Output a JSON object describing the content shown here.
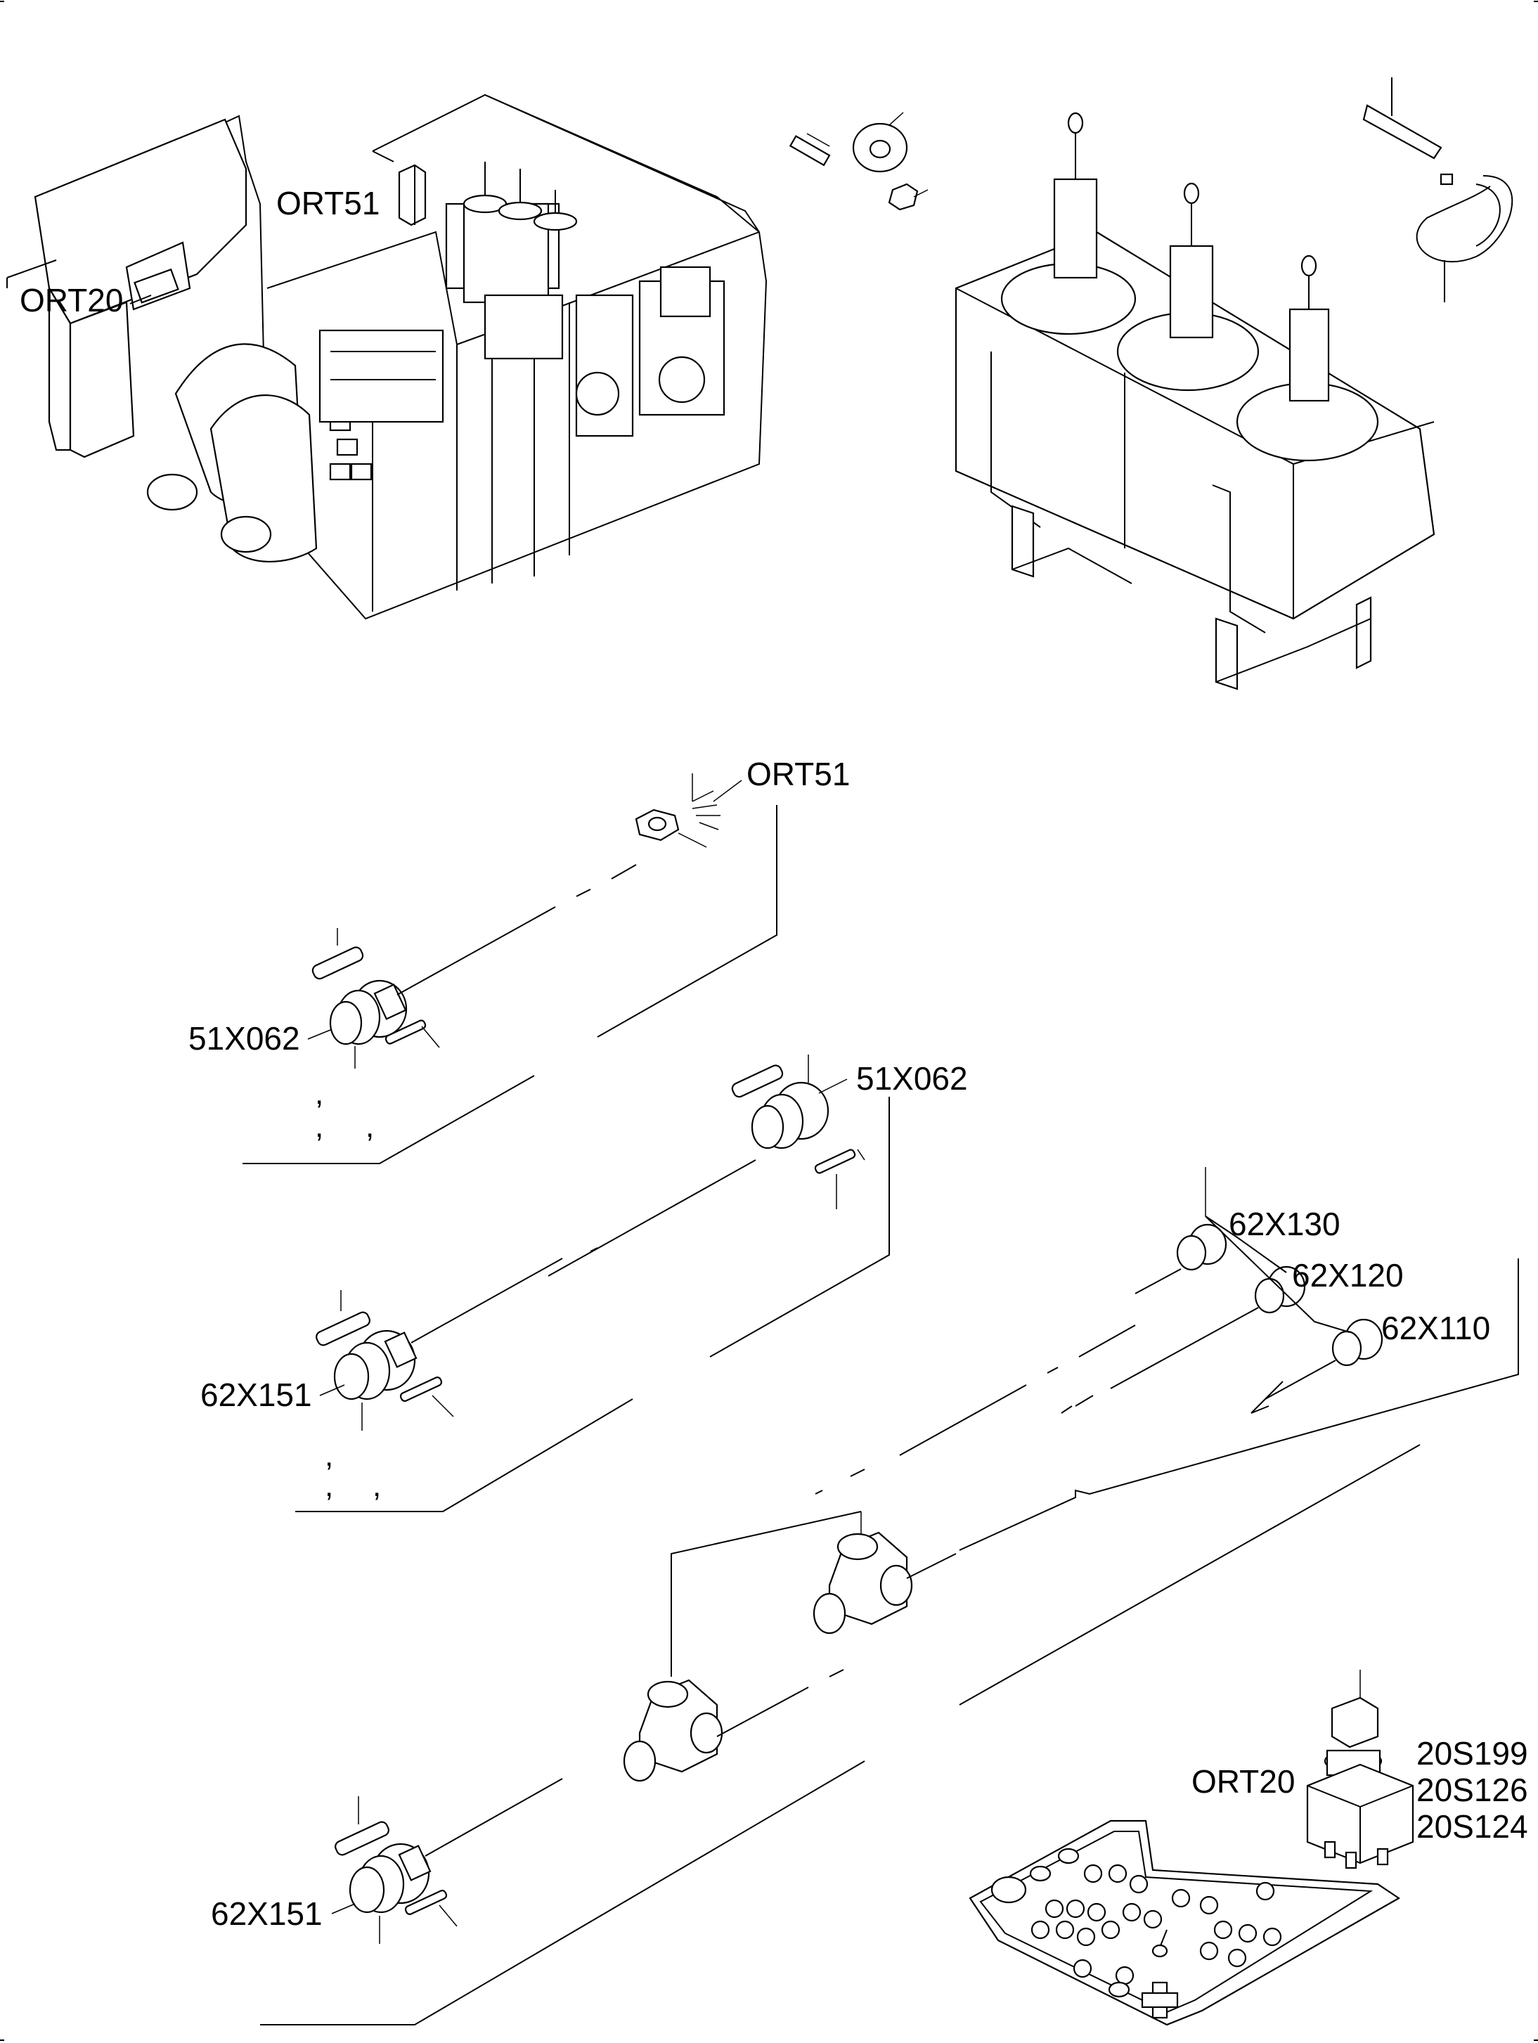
{
  "labels": {
    "ort51_top": "ORT51",
    "ort20_top": "ORT20",
    "ort51_mid": "ORT51",
    "x51_a": "51X062",
    "x51_b": "51X062",
    "x62_151_a": "62X151",
    "x62_151_b": "62X151",
    "x62_130": "62X130",
    "x62_120": "62X120",
    "x62_110": "62X110",
    "ort20_bottom": "ORT20",
    "s199": "20S199",
    "s126": "20S126",
    "s124": "20S124"
  },
  "marks": {
    "comma_1": ",",
    "comma_2": ",",
    "comma_3": ",",
    "comma_4": ",",
    "comma_5": ",",
    "comma_6": ","
  }
}
